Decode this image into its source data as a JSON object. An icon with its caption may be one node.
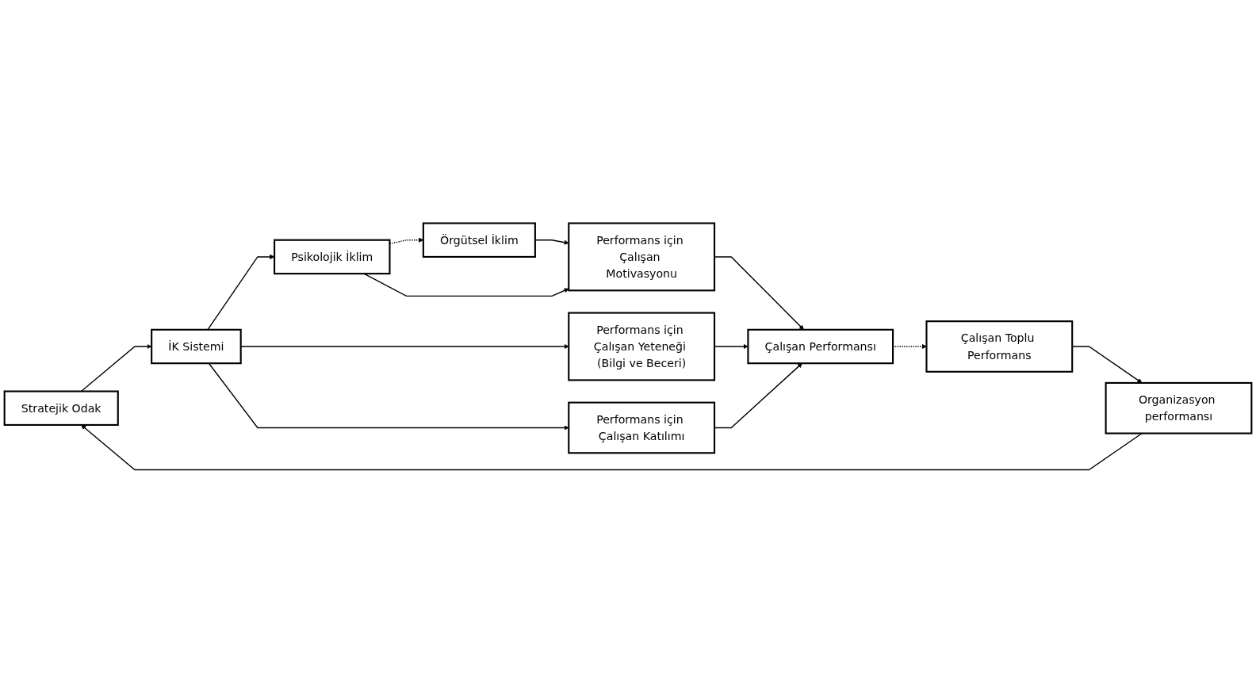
{
  "diagram": {
    "nodes": [
      {
        "text": [
          "Stratejik Odak"
        ]
      },
      {
        "text": [
          "İK Sistemi"
        ]
      },
      {
        "text": [
          "Örgütsel İklim"
        ]
      },
      {
        "text": [
          "Çalışan Toplu Performans"
        ]
      },
      {
        "text": [
          "Organizasyon performansı"
        ]
      },
      {
        "text": [
          "Psikolojik İklim"
        ]
      },
      {
        "text": [
          "Performans için Çalışan Motivasyonu"
        ]
      },
      {
        "text": [
          "Çalışan Performansı"
        ]
      },
      {
        "text": [
          "Performans için Çalışan Yeteneği (Bilgi ve Beceri)"
        ]
      },
      {
        "text": [
          "Performans için Çalışan Katılımı"
        ]
      }
    ],
    "edges": [
      {
        "from": 4,
        "to": 0,
        "arrow": "to"
      },
      {
        "from": 0,
        "to": 1,
        "arrow": "to"
      },
      {
        "from": 1,
        "to": 5,
        "arrow": "to"
      },
      {
        "from": 1,
        "to": 8,
        "arrow": "to"
      },
      {
        "from": 1,
        "to": 9,
        "arrow": "to"
      },
      {
        "from": 5,
        "to": 2,
        "arrow": "to",
        "style": "dashed"
      },
      {
        "from": 2,
        "to": 6,
        "arrow": "to"
      },
      {
        "from": 5,
        "to": 6,
        "arrow": "to"
      },
      {
        "from": 6,
        "to": 7,
        "arrow": "to"
      },
      {
        "from": 7,
        "to": 3,
        "arrow": "to",
        "style": "dashed"
      },
      {
        "from": 3,
        "to": 4,
        "arrow": "to"
      },
      {
        "from": 8,
        "to": 7,
        "arrow": "to"
      },
      {
        "from": 9,
        "to": 7,
        "arrow": "to"
      }
    ]
  }
}
